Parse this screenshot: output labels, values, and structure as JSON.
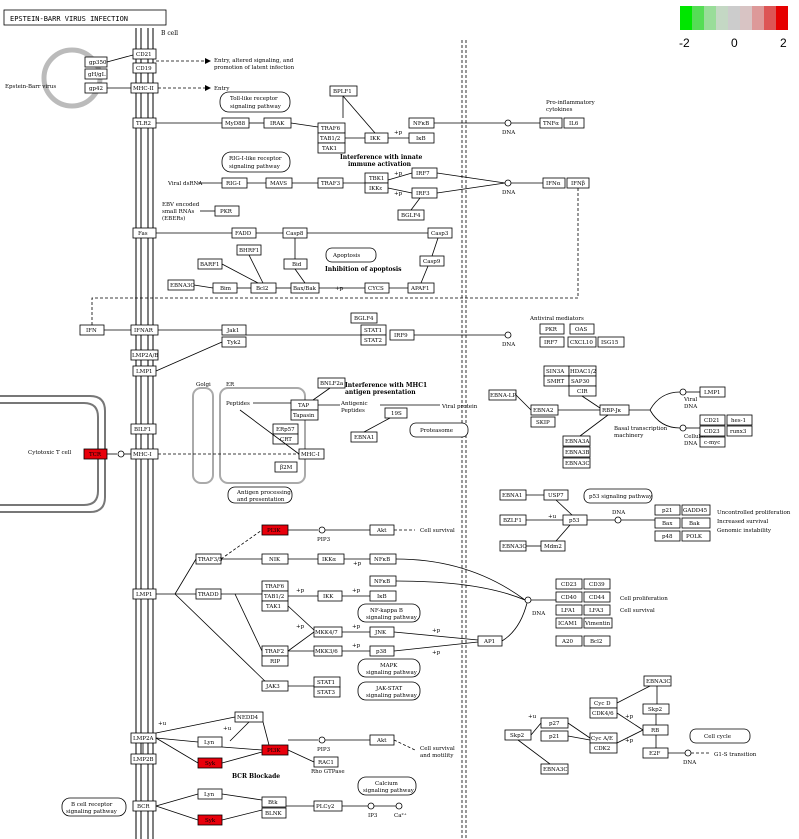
{
  "title": "EPSTEIN-BARR VIRUS INFECTION",
  "legend": {
    "ticks": [
      "-2",
      "0",
      "2"
    ],
    "colors": [
      "#00dd00",
      "#55dd55",
      "#88dd88",
      "#bbddbb",
      "#cccccc",
      "#ccbbbb",
      "#dd8888",
      "#dd5555",
      "#dd0000",
      "#ee0000"
    ]
  },
  "cells": {
    "b_cell": "B cell",
    "ebv": "Epstein-Barr virus",
    "cytotoxic_t": "Cytotoxic T cell"
  },
  "genes": {
    "gp350": "gp350",
    "gHgL": "gH/gL",
    "gp42": "gp42",
    "CD21": "CD21",
    "CD19": "CD19",
    "MHCII": "MHC-II",
    "TLR2": "TLR2",
    "MyD88": "MyD88",
    "IRAK": "IRAK",
    "BPLF1": "BPLF1",
    "TRAF6": "TRAF6",
    "TAB12": "TAB1/2",
    "TAK1": "TAK1",
    "IKK": "IKK",
    "NFkB": "NFκB",
    "IkB": "IκB",
    "TNFa": "TNFα",
    "IL6": "IL6",
    "RIGI": "RIG-I",
    "MAVS": "MAVS",
    "TRAF3": "TRAF3",
    "TBK1": "TBK1",
    "IKKe": "IKKε",
    "IRF7": "IRF7",
    "IRF3": "IRF3",
    "BGLF4": "BGLF4",
    "IFNa": "IFNα",
    "IFNb": "IFNβ",
    "PKR": "PKR",
    "Fas": "Fas",
    "FADD": "FADD",
    "Casp8": "Casp8",
    "Casp3": "Casp3",
    "Casp9": "Casp9",
    "BHRF1": "BHRF1",
    "BARF1": "BARF1",
    "Bid": "Bid",
    "EBNA3C": "EBNA3C",
    "Bim": "Bim",
    "Bcl2": "Bcl2",
    "BaxBak": "Bax/Bak",
    "CYCS": "CYCS",
    "APAF1": "APAF1",
    "IFN": "IFN",
    "IFNAR": "IFNAR",
    "Jak1": "Jak1",
    "Tyk2": "Tyk2",
    "BGLF4b": "BGLF4",
    "STAT1": "STAT1",
    "STAT2": "STAT2",
    "IRF9": "IRF9",
    "PKRb": "PKR",
    "OAS": "OAS",
    "IRF7b": "IRF7",
    "CXCL10": "CXCL10",
    "ISG15": "ISG15",
    "LMP2AB": "LMP2A/B",
    "LMP1": "LMP1",
    "BNLF2a": "BNLF2a",
    "TAP": "TAP",
    "Tapasin": "Tapasin",
    "ERp57": "ERp57",
    "CRT": "CRT",
    "MHCI": "MHC-I",
    "B2M": "β2M",
    "proteasome_19s": "19S",
    "EBNA1": "EBNA1",
    "BILF1": "BILF1",
    "MHCIb": "MHC-I",
    "TCR": "TCR",
    "EBNALP": "EBNA-LP",
    "EBNA2": "EBNA2",
    "SKIP": "SKIP",
    "SINGA": "SIN3A",
    "HDAC12": "HDAC1/2",
    "SMRT": "SMRT",
    "SAP30": "SAP30",
    "CIR": "CIR",
    "RBPJk": "RBP-Jκ",
    "EBNA3A": "EBNA3A",
    "EBNA3B": "EBNA3B",
    "EBNA3Cb": "EBNA3C",
    "LMP1b": "LMP1",
    "CD21b": "CD21",
    "hes1": "hes-1",
    "CD23": "CD23",
    "runt3": "runx3",
    "cmyc": "c-myc",
    "EBNA1b": "EBNA1",
    "USP7": "USP7",
    "BZLF1": "BZLF1",
    "p53": "p53",
    "EBNA3Cc": "EBNA3C",
    "Mdm2": "Mdm2",
    "p21": "p21",
    "GADD45": "GADD45",
    "Bax": "Bax",
    "Bak": "Bak",
    "p48": "p48",
    "POLK": "POLK",
    "PI3K": "PI3K",
    "Akt": "Akt",
    "TRAF356": "TRAF3/5",
    "NIK": "NIK",
    "IKKa": "IKKα",
    "NFkB2": "NFκB",
    "LMP1c": "LMP1",
    "TRADD": "TRADD",
    "TRAF6b": "TRAF6",
    "TAB12b": "TAB1/2",
    "TAK1b": "TAK1",
    "IKKb": "IKK",
    "NFkB3": "NFκB",
    "IkB2": "IκB",
    "MKK47": "MKK4/7",
    "JNK": "JNK",
    "MKK36": "MKK3/6",
    "p38": "p38",
    "TRAF2": "TRAF2",
    "RIP": "RIP",
    "JAK3": "JAK3",
    "STAT1b": "STAT1",
    "STAT3": "STAT3",
    "AP1": "AP1",
    "CD23b": "CD23",
    "CD39": "CD39",
    "CD40": "CD40",
    "CD44": "CD44",
    "LFA1": "LFA1",
    "LFA3": "LFA3",
    "ICAM1": "ICAM1",
    "Vimentin": "Vimentin",
    "A20": "A20",
    "Bcl2b": "Bcl2",
    "LMP2A": "LMP2A",
    "LMP2B": "LMP2B",
    "NEDD4": "NEDD4",
    "Lyn": "Lyn",
    "Syk": "Syk",
    "PI3Kb": "PI3K",
    "Aktb": "Akt",
    "RAC1": "RAC1",
    "BCR": "BCR",
    "Lyn2": "Lyn",
    "Syk2": "Syk",
    "Btk": "Btk",
    "BLNK": "BLNK",
    "PLCg2": "PLCγ2",
    "EBNA3Cd": "EBNA3C",
    "CycD": "Cyc D",
    "CDK46": "CDK4/6",
    "Skp2": "Skp2",
    "p27": "p27",
    "p21b": "p21",
    "CycAE": "Cyc A/E",
    "CDK2": "CDK2",
    "Skp2b": "Skp2",
    "RB": "RB",
    "E2F": "E2F",
    "EBNA3Ce": "EBNA3C"
  },
  "labels": {
    "entry_altered": "Entry, altered signaling, and",
    "entry_altered2": "promotion of latent infection",
    "entry": "Entry",
    "toll_like": "Toll-like receptor",
    "toll_like2": "signaling pathway",
    "pro_inflam": "Pro-inflammatory",
    "pro_inflam2": "cytokines",
    "interference_innate": "Interference with innate",
    "interference_innate2": "immune activation",
    "rig_like": "RIG-I-like receptor",
    "rig_like2": "signaling pathway",
    "viral_dsrna": "Viral dsRNA",
    "ebv_encoded": "EBV encoded",
    "ebv_encoded2": "small RNAs",
    "ebv_encoded3": "(EBERs)",
    "apoptosis": "Apoptosis",
    "inhibition_apoptosis": "Inhibition of apoptosis",
    "dna": "DNA",
    "antiviral": "Antiviral mediators",
    "golgi": "Golgi",
    "er": "ER",
    "peptides": "Peptides",
    "antigenic": "Antigenic",
    "peptides2": "Peptides",
    "viral_protein": "Viral protein",
    "proteasome": "Proteasome",
    "interference_mhc": "Interference with MHC1",
    "interference_mhc2": "antigen presentation",
    "antigen_proc": "Antigen processing",
    "antigen_proc2": "and presentation",
    "basal_trans": "Basal transcription",
    "basal_trans2": "machinery",
    "viral_dna": "Viral",
    "viral_dna2": "DNA",
    "cellular_dna": "Cellular",
    "cellular_dna2": "DNA",
    "p53_path": "p53 signaling pathway",
    "uncontrolled": "Uncontrolled proliferation",
    "increased_surv": "Increased survival",
    "genomic": "Genomic instability",
    "pip3": "PIP3",
    "cell_survival": "Cell survival",
    "nfkb_path": "NF-kappa B",
    "nfkb_path2": "signaling pathway",
    "cell_prolif": "Cell proliferation",
    "cell_surv2": "Cell survival",
    "mapk": "MAPK",
    "mapk2": "signaling pathway",
    "jakstat": "JAK-STAT",
    "jakstat2": "signaling pathway",
    "pip3b": "PIP3",
    "cell_surv_mot": "Cell survival",
    "cell_surv_mot2": "and motility",
    "rho_gtpase": "Rho GTPase",
    "bcr_blockade": "BCR Blockade",
    "calcium": "Calcium",
    "calcium2": "signaling pathway",
    "bcell_rec": "B cell receptor",
    "bcell_rec2": "signaling pathway",
    "ip3": "IP3",
    "ca": "Ca²⁺",
    "cell_cycle": "Cell cycle",
    "g1s": "G1-S transition",
    "p": "+p",
    "u": "+u",
    "u2": "+u",
    "ub": "+u"
  }
}
